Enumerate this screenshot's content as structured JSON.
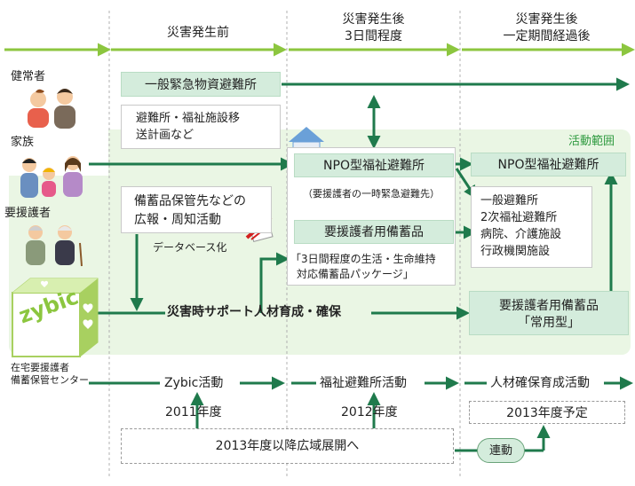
{
  "headers": {
    "before": "災害発生前",
    "after3_line1": "災害発生後",
    "after3_line2": "3日間程度",
    "afterPeriod_line1": "災害発生後",
    "afterPeriod_line2": "一定期間経過後"
  },
  "people": {
    "healthy": "健常者",
    "family": "家族",
    "needs_support": "要援護者"
  },
  "center": {
    "logo": "zybic",
    "name_line1": "在宅要援護者",
    "name_line2": "備蓄保管センター"
  },
  "activity_range": "活動範囲",
  "boxes": {
    "general_shelter": "一般緊急物資避難所",
    "transport_line1": "避難所・福祉施設移",
    "transport_line2": "送計画など",
    "pr_line1": "備蓄品保管先などの",
    "pr_line2": "広報・周知活動",
    "database": "データベース化",
    "npo_shelter": "NPO型福祉避難所",
    "npo_sub": "（要援護者の一時緊急避難先）",
    "supplies": "要援護者用備蓄品",
    "package_line1": "「3日間程度の生活・生命維持",
    "package_line2": "対応備蓄品パッケージ」",
    "npo_shelter_right": "NPO型福祉避難所",
    "facilities": [
      "一般避難所",
      "2次福祉避難所",
      "病院、介護施設",
      "行政機関施設"
    ],
    "supplies_right_line1": "要援護者用備蓄品",
    "supplies_right_line2": "「常用型」"
  },
  "main_flow": "災害時サポート人材育成・確保",
  "activities": {
    "zybic": "Zybic活動",
    "shelter": "福祉避難所活動",
    "hr": "人材確保育成活動"
  },
  "years": {
    "y2011": "2011年度",
    "y2012": "2012年度",
    "y2013plan": "2013年度予定",
    "expansion": "2013年度以降広域展開へ",
    "link": "連動"
  },
  "colors": {
    "arrow": "#1f7a4c",
    "header_line": "#8cc63f",
    "box_fill": "#d4ecdc",
    "range_bg": "#eaf6e4"
  }
}
